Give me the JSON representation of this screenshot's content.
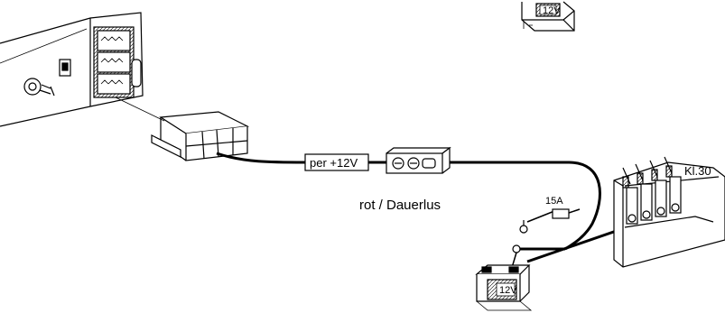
{
  "labels": {
    "wire_tag": "per +12V",
    "wire_color_note": "rot  / Dauerlus",
    "fuse_rating": "15A",
    "terminal_label": "Kl.30",
    "battery_top_voltage": "12V",
    "battery_bottom_voltage": "12V"
  },
  "icons": {
    "radio_unit": "car-radio-icon",
    "iso_connector": "iso-connector-icon",
    "inline_connector": "inline-connector-icon",
    "fuse": "inline-fuse-icon",
    "battery": "car-battery-icon",
    "fuse_box": "fuse-box-icon"
  },
  "colors": {
    "line": "#000000",
    "background": "#ffffff"
  }
}
